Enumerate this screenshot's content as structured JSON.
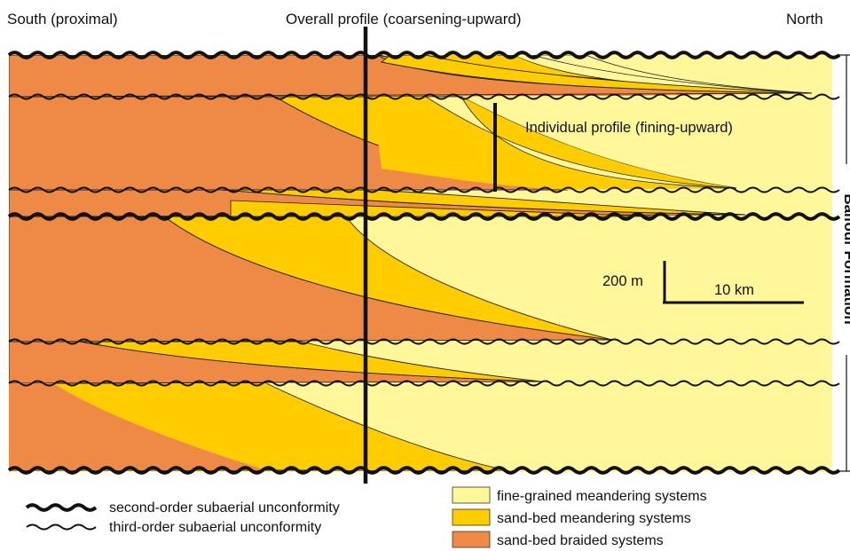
{
  "headers": {
    "south": "South (proximal)",
    "overall": "Overall profile (coarsening-upward)",
    "north": "North"
  },
  "annotations": {
    "individual_profile": "Individual profile (fining-upward)",
    "formation": "Balfour Formation"
  },
  "scale_bar": {
    "vertical": "200 m",
    "horizontal": "10 km"
  },
  "legend": {
    "lines": [
      {
        "label": "second-order subaerial unconformity"
      },
      {
        "label": "third-order subaerial unconformity"
      }
    ],
    "facies": [
      {
        "label": "fine-grained meandering systems",
        "color": "#FFF799"
      },
      {
        "label": "sand-bed meandering systems",
        "color": "#FFCC00"
      },
      {
        "label": "sand-bed braided systems",
        "color": "#EE8A45"
      }
    ]
  },
  "colors": {
    "fine_grained": "#FFF799",
    "sand_meander": "#FFCC00",
    "braided": "#EE8A45",
    "line": "#111111"
  }
}
